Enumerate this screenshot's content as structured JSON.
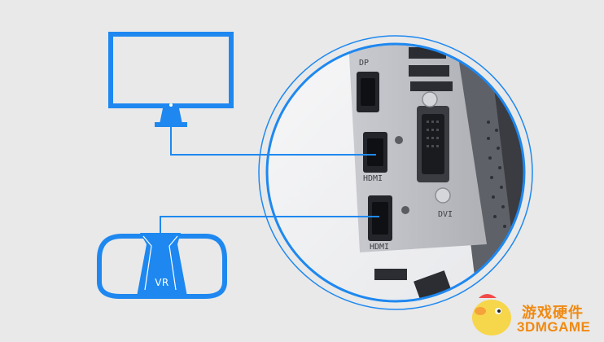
{
  "diagram": {
    "colors": {
      "accent": "#1e88f0",
      "background": "#e9e9e9",
      "panel": "#b9bbc0",
      "port": "#2b2d33",
      "watermark": "#f08a12"
    },
    "nodes": {
      "monitor": {
        "icon": "monitor-icon"
      },
      "vr_headset": {
        "label": "VR",
        "icon": "vr-headset-icon"
      },
      "graphics_card": {
        "icon": "graphics-card-ports-photo"
      }
    },
    "ports": {
      "dp": "DP",
      "hdmi_1": "HDMI",
      "hdmi_2": "HDMI",
      "dvi": "DVI"
    }
  },
  "watermark": {
    "line1": "游戏硬件",
    "line2": "3DMGAME",
    "icon": "duck-mascot-icon"
  }
}
